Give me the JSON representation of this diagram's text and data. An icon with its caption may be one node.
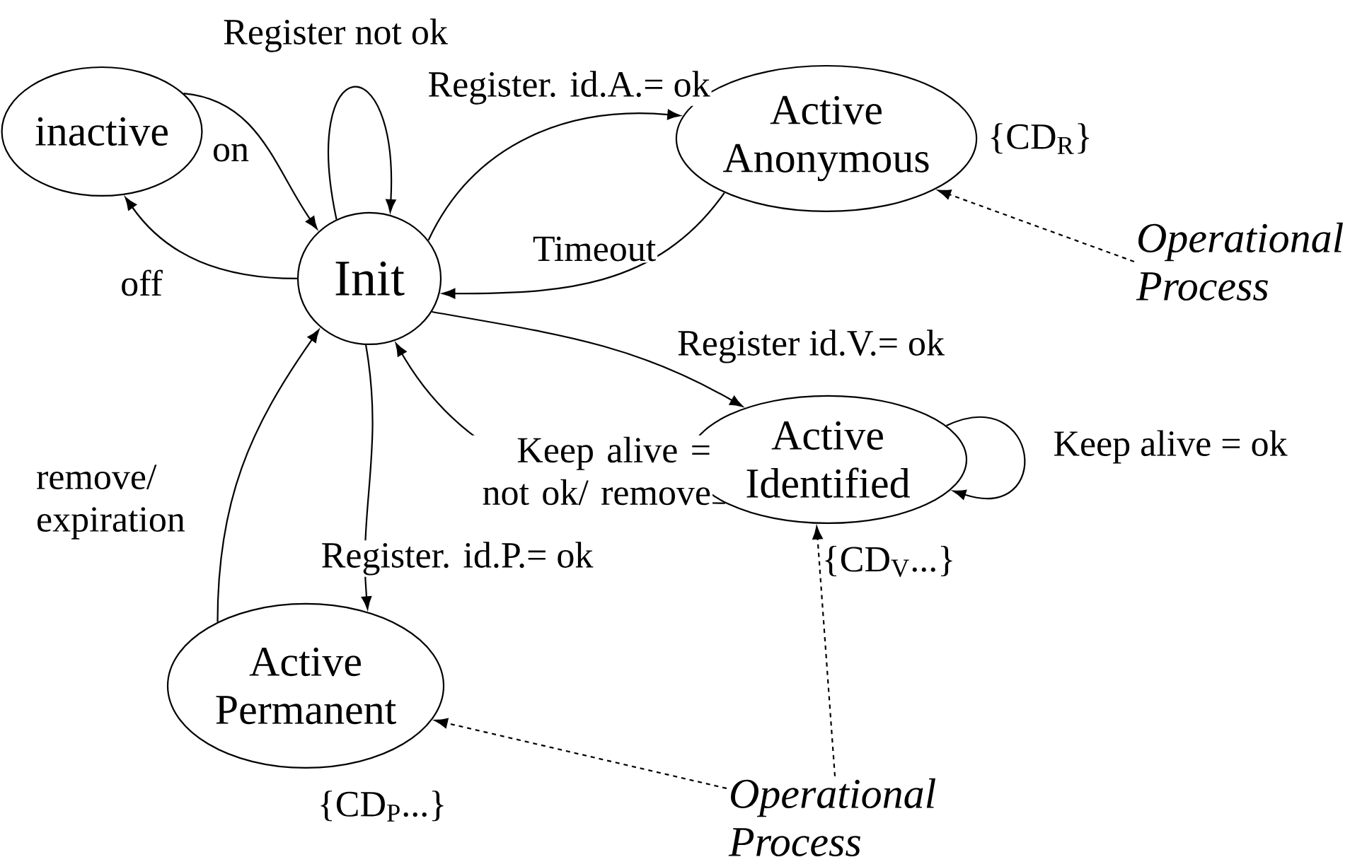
{
  "diagram": {
    "nodes": [
      {
        "text": [
          "inactive"
        ]
      },
      {
        "text": [
          "Init"
        ]
      },
      {
        "text": [
          "Active Anonymous"
        ],
        "beside": [
          "{CD$_{R}$}"
        ]
      },
      {
        "text": [
          "Active Identified"
        ],
        "beside": [
          "{CD$_{V}$...}"
        ]
      },
      {
        "text": [
          "Active Permanent"
        ],
        "beside": [
          "{CD$_{P}$...}"
        ]
      },
      {
        "text": [
          "Operational Process"
        ]
      },
      {
        "text": [
          "Operational Process"
        ]
      }
    ],
    "edges": [
      {
        "from": 0,
        "to": 1,
        "arrow": "to",
        "label": "on"
      },
      {
        "from": 1,
        "to": 0,
        "arrow": "to",
        "label": "off"
      },
      {
        "from": 1,
        "to": 1,
        "arrow": "to",
        "label": "Register not ok"
      },
      {
        "from": 1,
        "to": 2,
        "arrow": "to",
        "label": "Register. id.A.= ok"
      },
      {
        "from": 2,
        "to": 1,
        "arrow": "to",
        "label": "Timeout"
      },
      {
        "from": 1,
        "to": 3,
        "arrow": "to",
        "label": "Register id.V.= ok"
      },
      {
        "from": 3,
        "to": 1,
        "arrow": "to",
        "label": "Keep alive = not ok/ remove"
      },
      {
        "from": 3,
        "to": 3,
        "arrow": "to",
        "label": "Keep alive = ok"
      },
      {
        "from": 1,
        "to": 4,
        "arrow": "to",
        "label": "Register. id.P.= ok"
      },
      {
        "from": 4,
        "to": 1,
        "arrow": "to",
        "label": "remove/ expiration"
      },
      {
        "from": 5,
        "to": 2,
        "arrow": "to",
        "style": "dashed"
      },
      {
        "from": 6,
        "to": 4,
        "arrow": "to",
        "style": "dashed"
      },
      {
        "from": 6,
        "to": 3,
        "arrow": "to",
        "style": "dashed"
      }
    ]
  }
}
